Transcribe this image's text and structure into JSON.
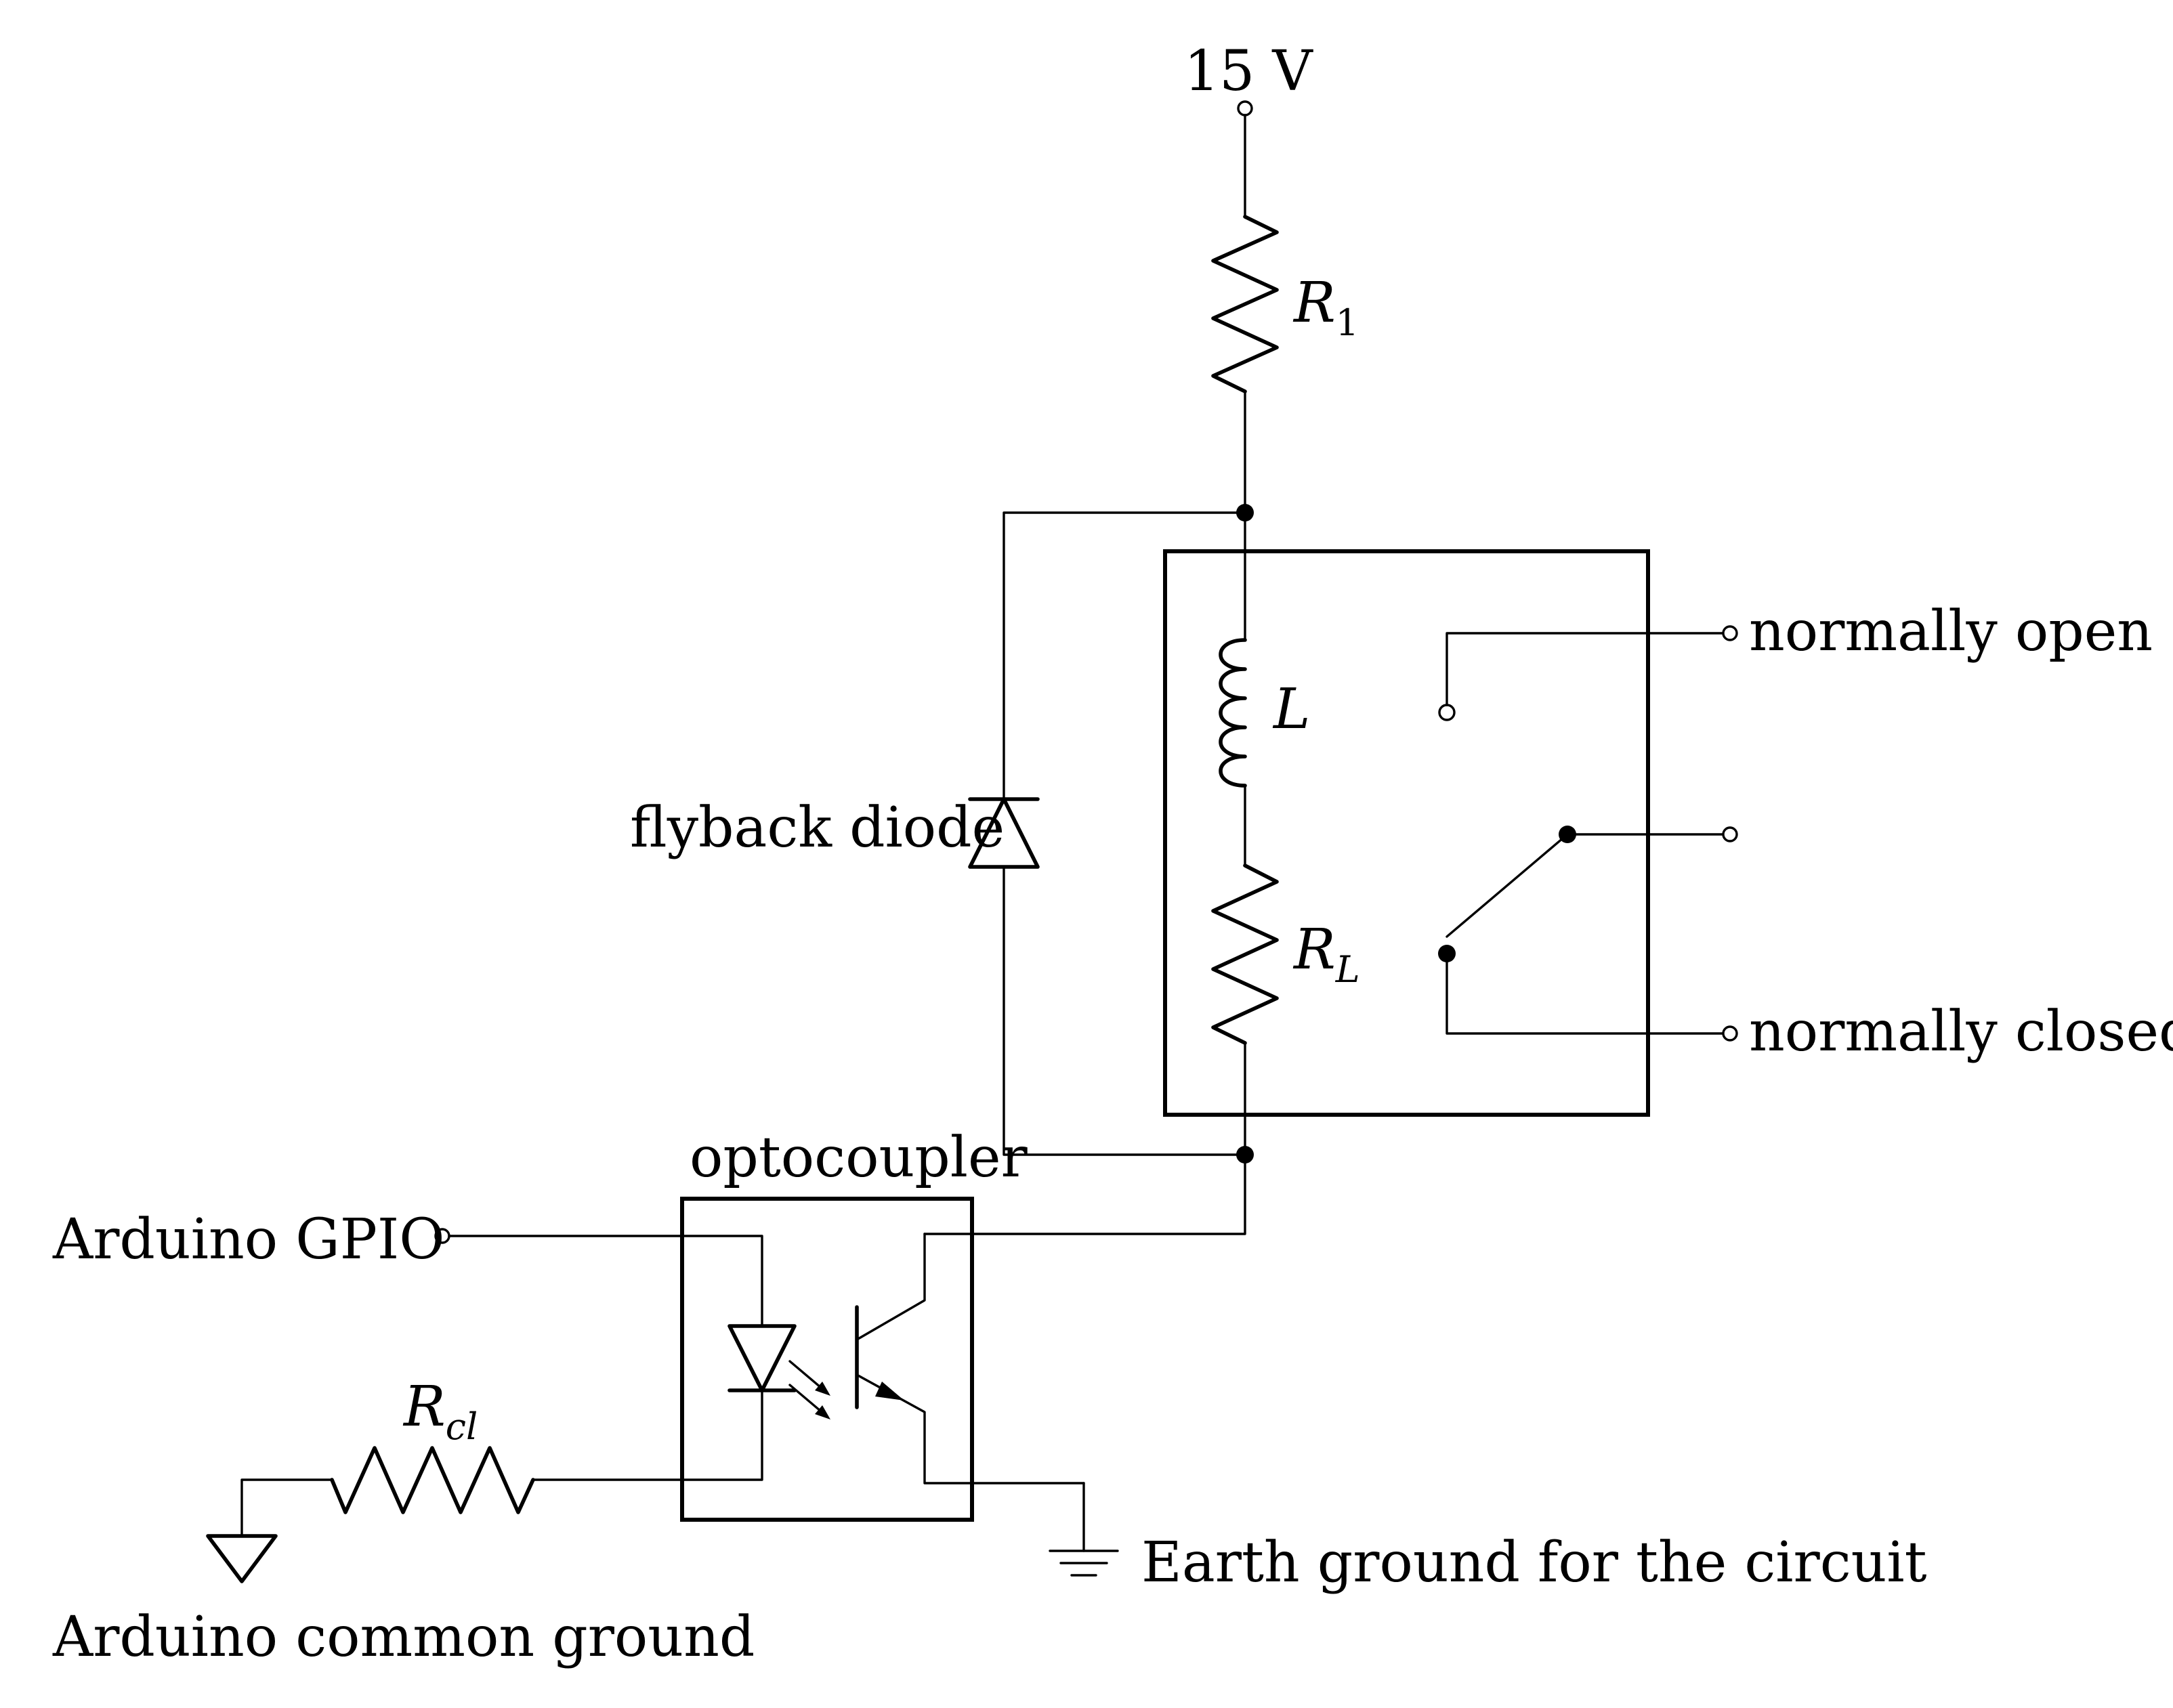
{
  "supply": {
    "label": "15 V"
  },
  "resistors": {
    "r1": {
      "symbol": "R",
      "subscript": "1"
    },
    "rl": {
      "symbol": "R",
      "subscript": "L"
    },
    "rcl": {
      "symbol": "R",
      "subscript": "cl"
    }
  },
  "inductor": {
    "symbol": "L"
  },
  "diode": {
    "label": "flyback diode"
  },
  "relay": {
    "no_label": "normally open",
    "nc_label": "normally closed"
  },
  "optocoupler": {
    "label": "optocoupler"
  },
  "inputs": {
    "gpio_label": "Arduino GPIO"
  },
  "grounds": {
    "arduino_label": "Arduino common ground",
    "earth_label": "Earth ground for the circuit"
  }
}
